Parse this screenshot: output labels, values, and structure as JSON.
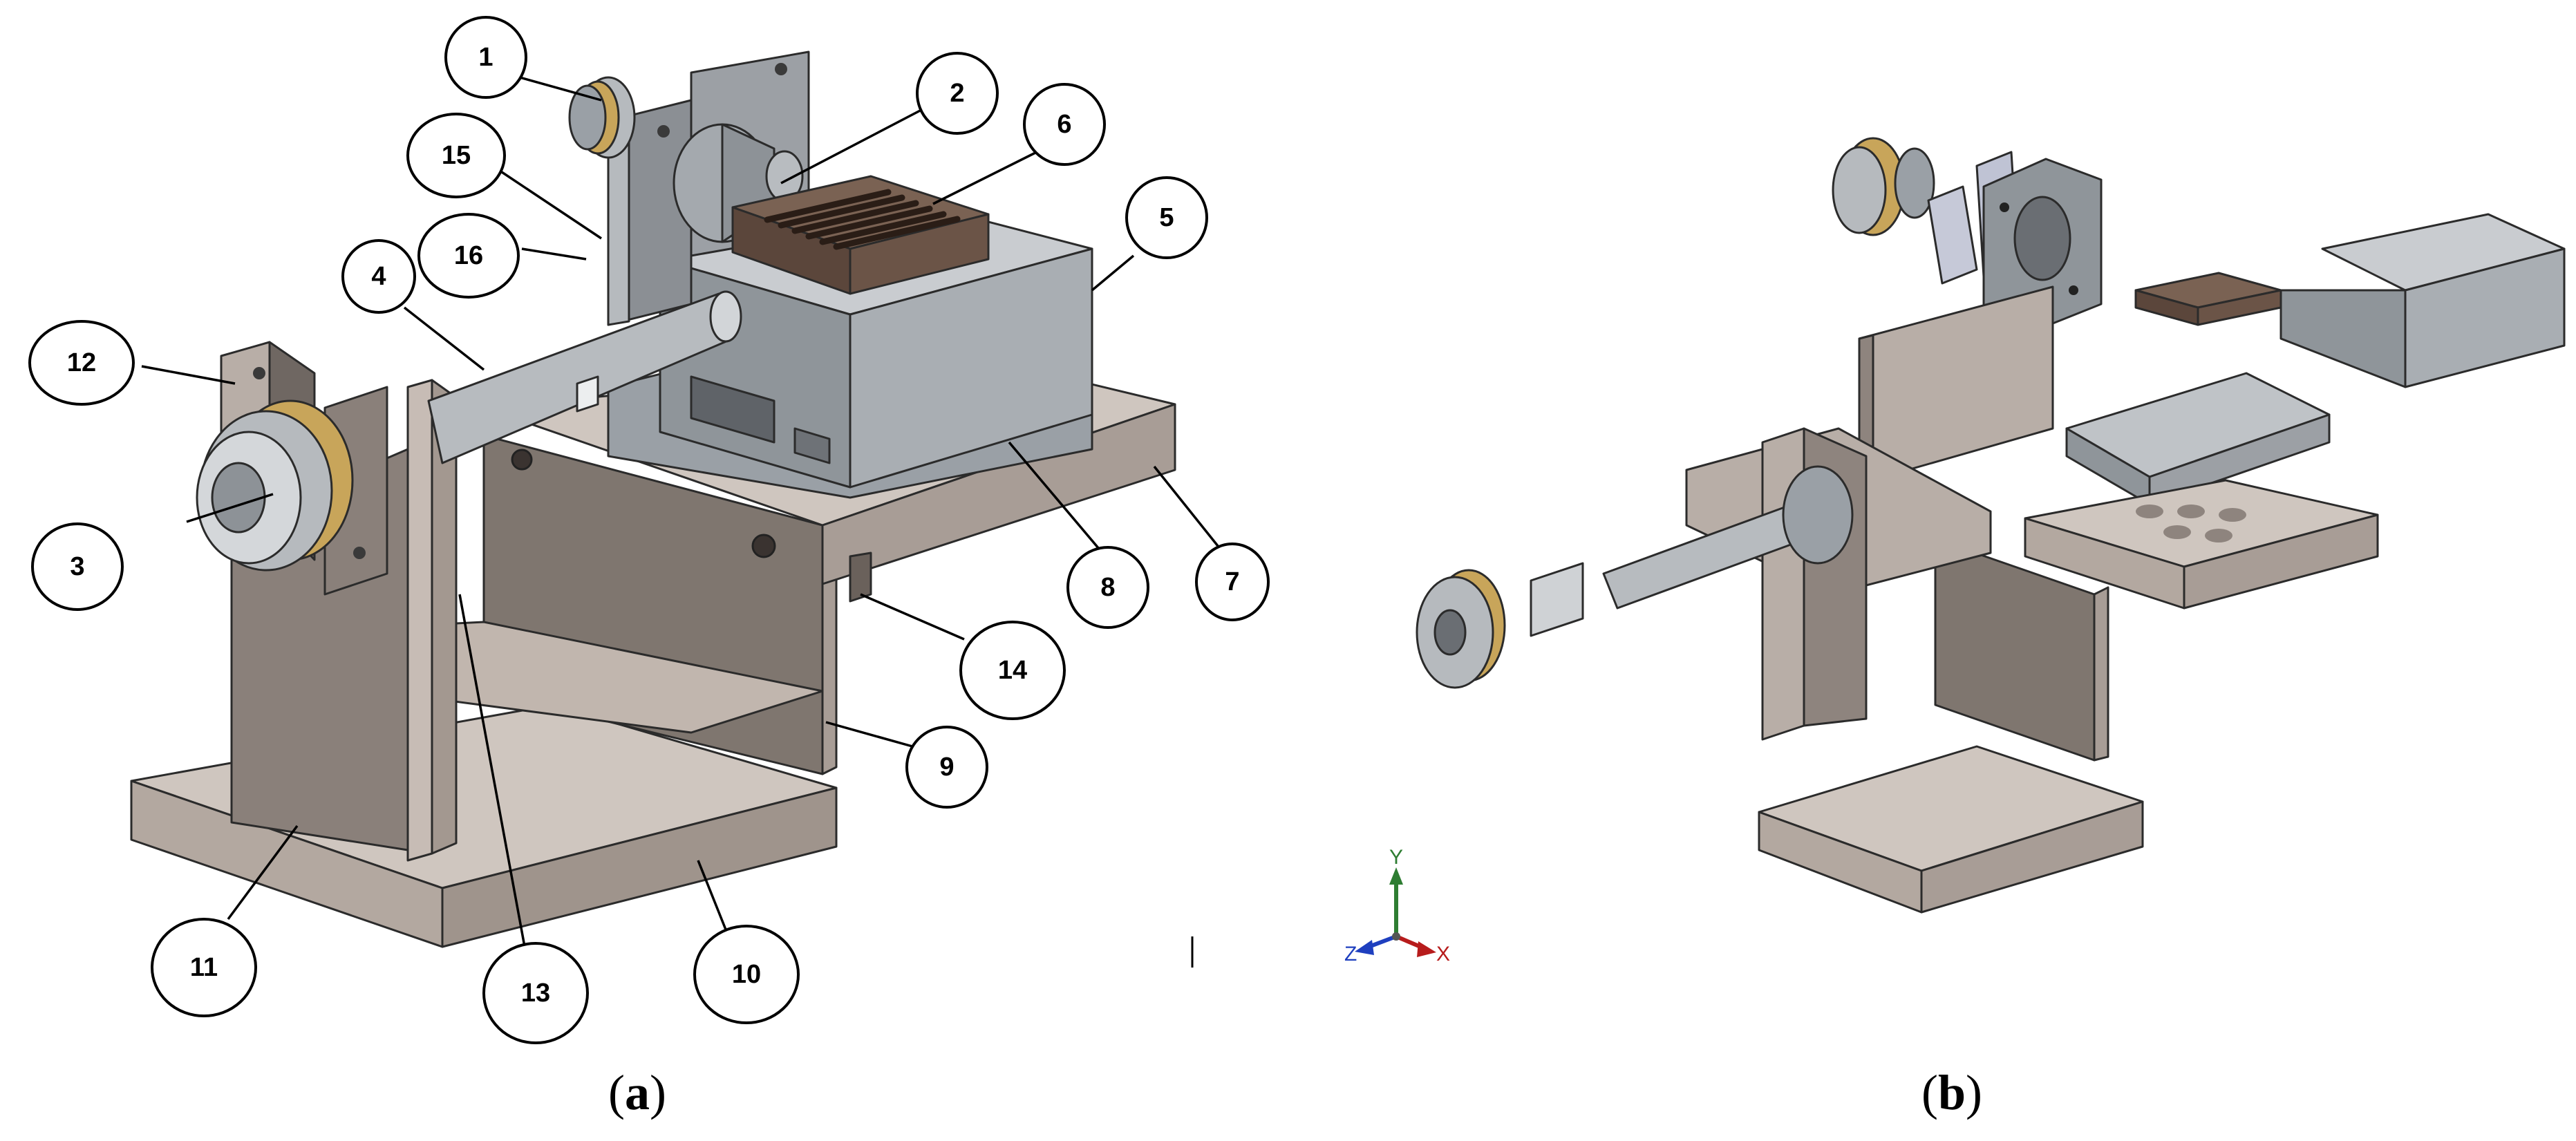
{
  "figure": {
    "captions": [
      {
        "open": "(",
        "letter": "a",
        "close": ")"
      },
      {
        "open": "(",
        "letter": "b",
        "close": ")"
      }
    ],
    "callouts": [
      "1",
      "2",
      "3",
      "4",
      "5",
      "6",
      "7",
      "8",
      "9",
      "10",
      "11",
      "12",
      "13",
      "14",
      "15",
      "16"
    ],
    "triad": {
      "y": "Y",
      "z": "Z",
      "x": "X"
    },
    "colors": {
      "plate_top": "#cfc6bf",
      "plate_side": "#a89d96",
      "panel": "#7f766f",
      "steel_top": "#c9ccd0",
      "steel_side": "#9aa0a6",
      "brass": "#c8a55a",
      "brown": "#6b5447"
    }
  }
}
